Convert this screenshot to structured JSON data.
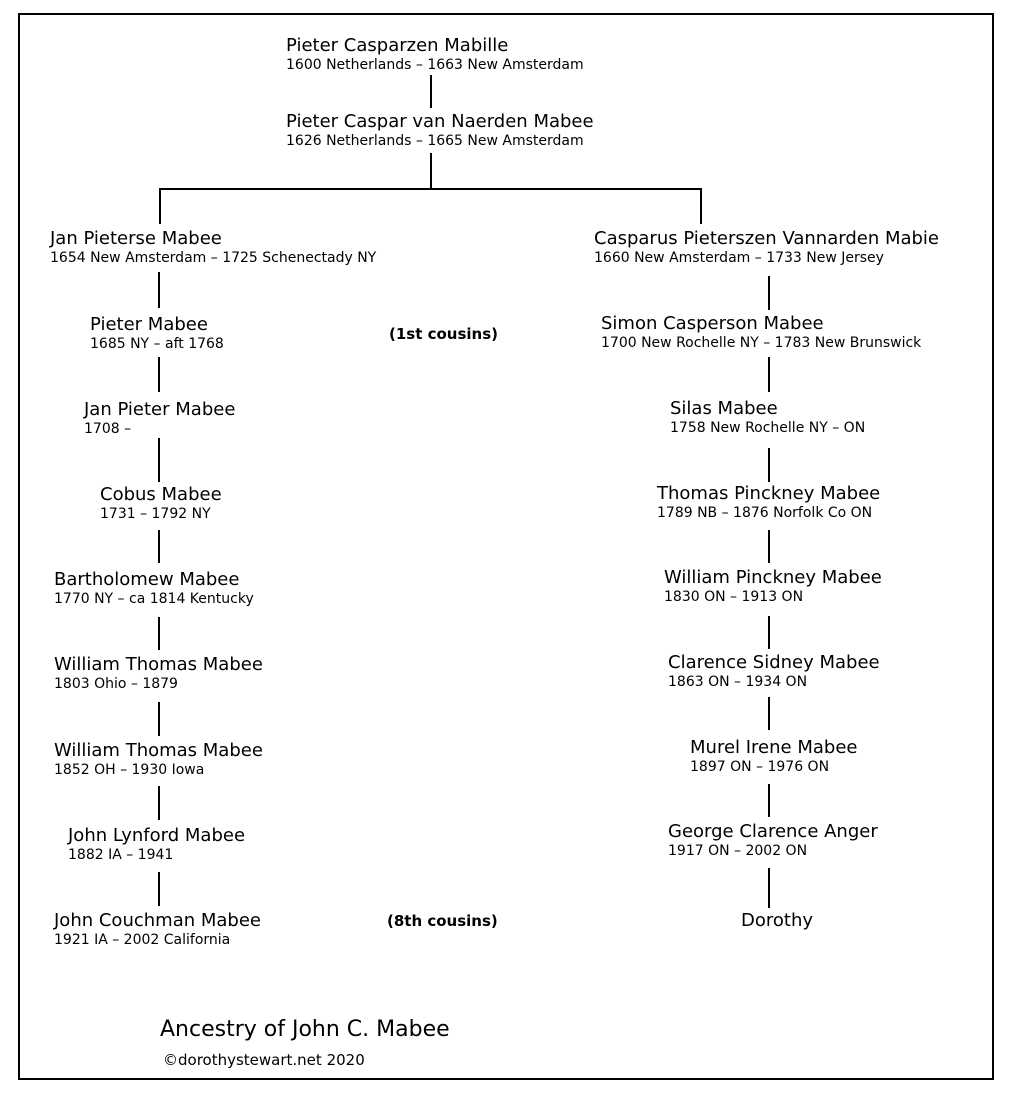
{
  "people": {
    "p1": {
      "name": "Pieter Casparzen Mabille",
      "dates": "1600 Netherlands – 1663 New Amsterdam"
    },
    "p2": {
      "name": "Pieter Caspar van Naerden Mabee",
      "dates": "1626 Netherlands – 1665 New Amsterdam"
    },
    "l1": {
      "name": "Jan Pieterse Mabee",
      "dates": "1654 New Amsterdam – 1725 Schenectady NY"
    },
    "l2": {
      "name": "Pieter Mabee",
      "dates": "1685 NY – aft 1768"
    },
    "l3": {
      "name": "Jan Pieter Mabee",
      "dates": "1708 –"
    },
    "l4": {
      "name": "Cobus Mabee",
      "dates": "1731 – 1792 NY"
    },
    "l5": {
      "name": "Bartholomew Mabee",
      "dates": "1770 NY – ca 1814 Kentucky"
    },
    "l6": {
      "name": "William Thomas Mabee",
      "dates": "1803 Ohio – 1879"
    },
    "l7": {
      "name": "William Thomas Mabee",
      "dates": "1852 OH – 1930 Iowa"
    },
    "l8": {
      "name": "John Lynford Mabee",
      "dates": "1882 IA – 1941"
    },
    "l9": {
      "name": "John Couchman Mabee",
      "dates": "1921 IA – 2002 California"
    },
    "r1": {
      "name": "Casparus Pieterszen Vannarden Mabie",
      "dates": "1660 New Amsterdam – 1733 New Jersey"
    },
    "r2": {
      "name": "Simon Casperson Mabee",
      "dates": "1700 New Rochelle NY – 1783 New Brunswick"
    },
    "r3": {
      "name": "Silas Mabee",
      "dates": "1758 New Rochelle NY – ON"
    },
    "r4": {
      "name": "Thomas Pinckney Mabee",
      "dates": "1789 NB – 1876 Norfolk Co ON"
    },
    "r5": {
      "name": "William Pinckney Mabee",
      "dates": "1830 ON – 1913 ON"
    },
    "r6": {
      "name": "Clarence Sidney Mabee",
      "dates": "1863 ON – 1934 ON"
    },
    "r7": {
      "name": "Murel Irene Mabee",
      "dates": "1897 ON – 1976 ON"
    },
    "r8": {
      "name": "George Clarence Anger",
      "dates": "1917 ON – 2002 ON"
    },
    "r9": {
      "name": "Dorothy"
    }
  },
  "notes": {
    "first_cousins": "(1st cousins)",
    "eighth_cousins": "(8th cousins)"
  },
  "title": "Ancestry of John C. Mabee",
  "copyright": "©dorothystewart.net 2020"
}
